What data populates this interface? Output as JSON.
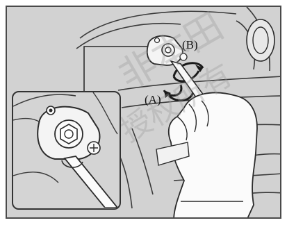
{
  "labels": {
    "b": "(B)",
    "a": "(A)"
  },
  "watermark": {
    "lines": [
      "非本田",
      "授权所有"
    ]
  },
  "colors": {
    "background": "#d2d2d2",
    "line": "#2a2a2a",
    "highlight": "#ffffff",
    "watermark": "#9a9a9a"
  },
  "icons": {
    "rotation": "rotate-arrows",
    "screwdriver": "screwdriver",
    "hand": "gloved-hand"
  }
}
